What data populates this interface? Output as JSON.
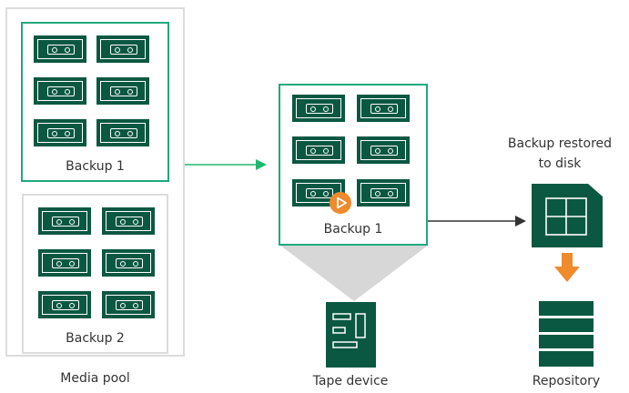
{
  "labels": {
    "backup1_pool": "Backup 1",
    "backup2_pool": "Backup 2",
    "media_pool": "Media pool",
    "backup1_device": "Backup 1",
    "tape_device": "Tape device",
    "backup_restored_line1": "Backup restored",
    "backup_restored_line2": "to disk",
    "repository": "Repository"
  },
  "colors": {
    "dark_green": "#0b5842",
    "accent_green": "#1eaa7a",
    "arrow_green": "#1eb96e",
    "orange": "#ef8a2d",
    "light_gray": "#dcdcdc",
    "funnel_gray": "#d7d7d7",
    "text": "#333333"
  },
  "icons": {
    "tape": "tape-cartridge-icon",
    "play": "play-icon",
    "tape_device": "tape-device-icon",
    "disk": "restored-disk-icon",
    "repository": "repository-icon"
  }
}
